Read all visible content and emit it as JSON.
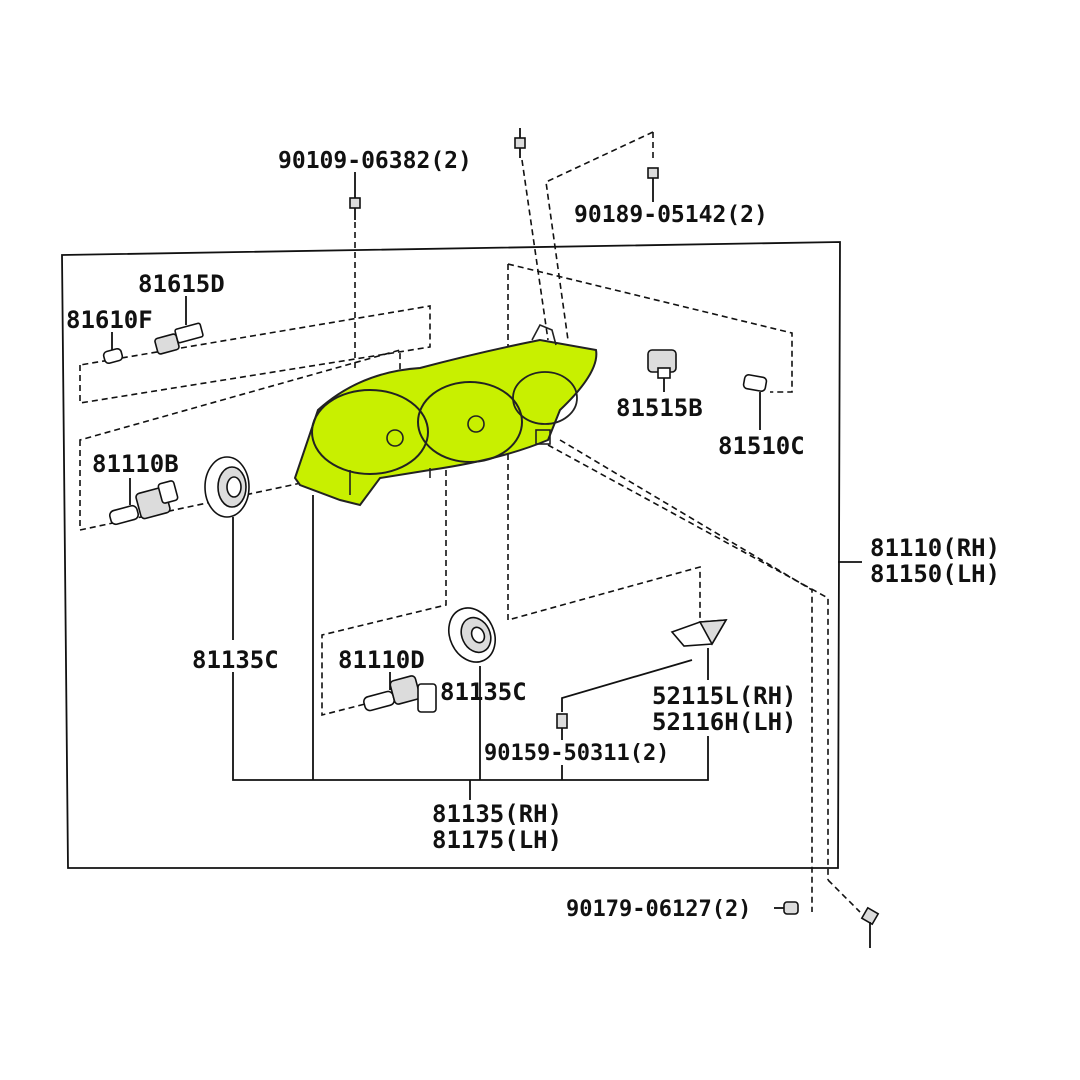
{
  "highlight_color": "#c8f000",
  "labels": {
    "bolt_top_left": "90109-06382(2)",
    "bolt_top_right": "90189-05142(2)",
    "bulb_81615d": "81615D",
    "bulb_81610f": "81610F",
    "socket_81515b": "81515B",
    "bulb_81510c": "81510C",
    "bulb_81110b": "81110B",
    "cover_81135c_left": "81135C",
    "bulb_81110d": "81110D",
    "cover_81135c_mid": "81135C",
    "adjuster_rh": "52115L(RH)",
    "adjuster_lh": "52116H(LH)",
    "screw_90159": "90159-50311(2)",
    "assy_rh": "81135(RH)",
    "assy_lh": "81175(LH)",
    "headlamp_rh": "81110(RH)",
    "headlamp_lh": "81150(LH)",
    "bolt_bottom": "90179-06127(2)"
  }
}
